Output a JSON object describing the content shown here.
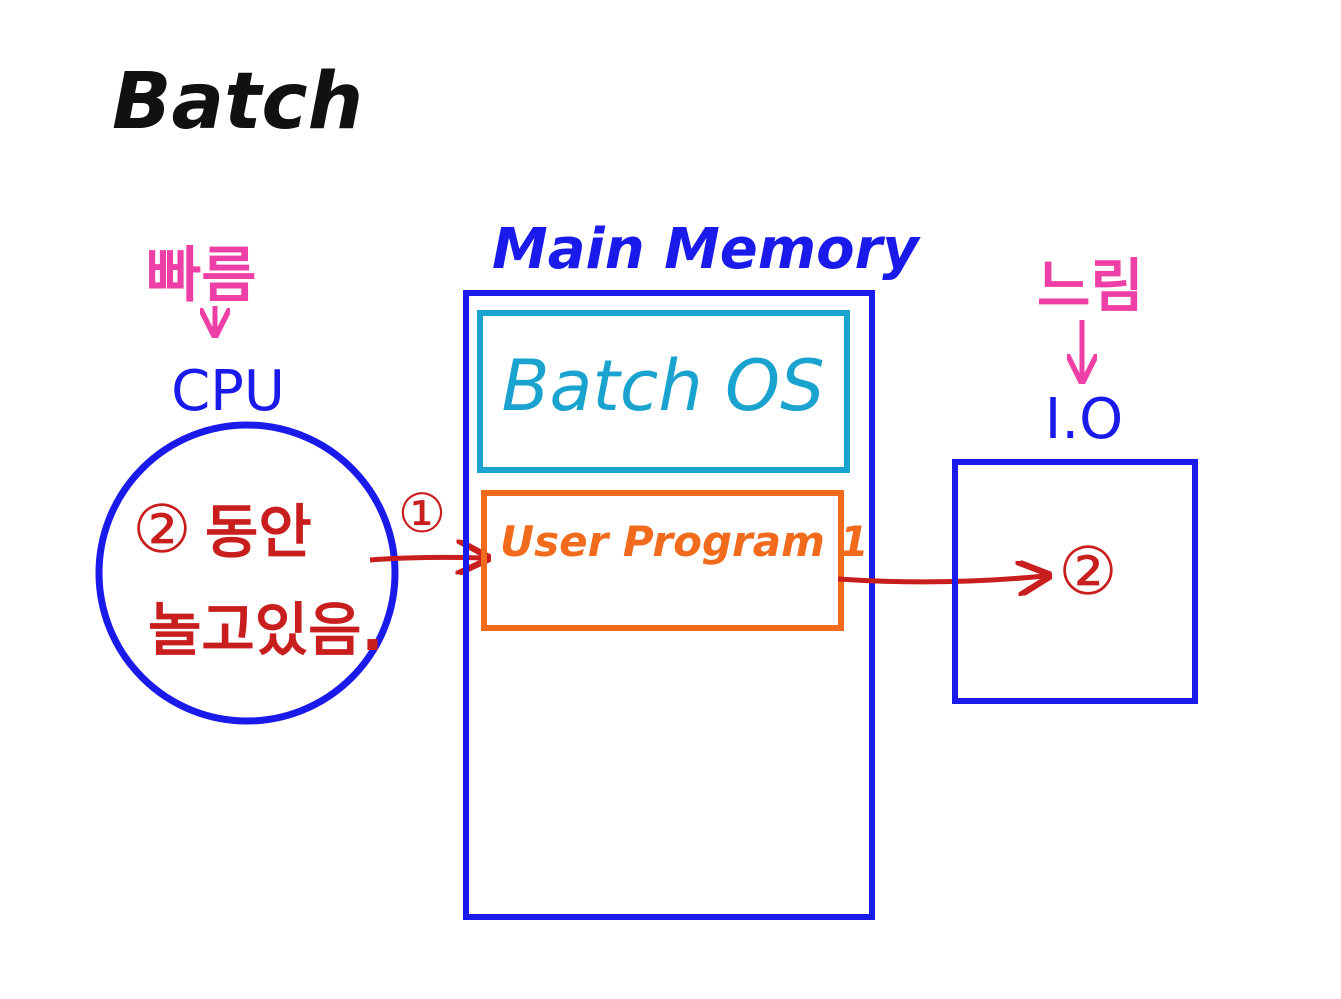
{
  "title": "Batch",
  "cpu": {
    "speed_label": "빠름",
    "label": "CPU",
    "step_marker": "②",
    "idle_text_line1": "동안",
    "idle_text_line2": "놀고있음."
  },
  "memory": {
    "label": "Main Memory",
    "os_block": "Batch OS",
    "program_block": "User Program 1"
  },
  "io": {
    "speed_label": "느림",
    "label": "I.O",
    "step_marker": "②"
  },
  "arrow_cpu_to_program": {
    "step_marker": "①"
  },
  "colors": {
    "title": "#111111",
    "blue": "#1a1aeb",
    "cyan": "#1aa3cf",
    "orange": "#f26a1b",
    "red": "#c81e1e",
    "pink": "#ee3fa6"
  }
}
